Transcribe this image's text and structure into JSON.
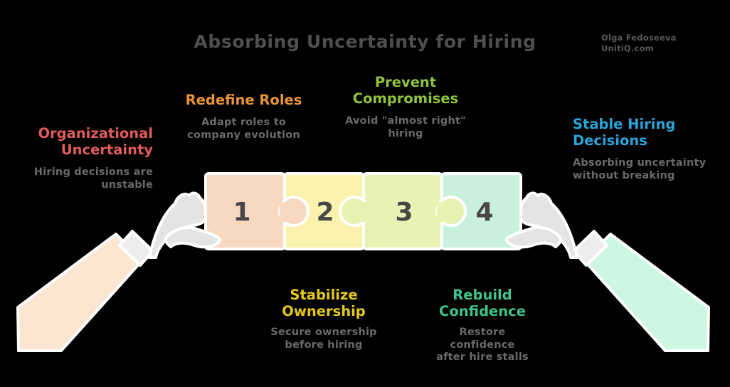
{
  "title": "Absorbing Uncertainty for Hiring",
  "credit": {
    "name": "Olga Fedoseeva",
    "site": "UnitiQ.com"
  },
  "colors": {
    "background": "#000000",
    "title_text": "#4f4f4f",
    "description_text": "#6a6a6a",
    "credit_text": "#585858",
    "outline": "#ffffff"
  },
  "labels": {
    "organizational_uncertainty": {
      "heading": "Organizational\nUncertainty",
      "description": "Hiring decisions are\nunstable",
      "color": "#e25c5c"
    },
    "redefine_roles": {
      "heading": "Redefine Roles",
      "description": "Adapt roles to\ncompany evolution",
      "color": "#e8923a"
    },
    "prevent_compromises": {
      "heading": "Prevent\nCompromises",
      "description": "Avoid \"almost right\"\nhiring",
      "color": "#8fc43c"
    },
    "stable_hiring_decisions": {
      "heading": "Stable Hiring\nDecisions",
      "description": "Absorbing uncertainty\nwithout breaking",
      "color": "#29a5da"
    },
    "stabilize_ownership": {
      "heading": "Stabilize\nOwnership",
      "description": "Secure ownership\nbefore hiring",
      "color": "#e5c918"
    },
    "rebuild_confidence": {
      "heading": "Rebuild\nConfidence",
      "description": "Restore confidence\nafter hire stalls",
      "color": "#3ec48d"
    }
  },
  "puzzle": {
    "number_color": "#474747",
    "outline": "#ffffff",
    "pieces": [
      {
        "number": "1",
        "color": "#f8d8c0"
      },
      {
        "number": "2",
        "color": "#faf2ad"
      },
      {
        "number": "3",
        "color": "#e7f2b3"
      },
      {
        "number": "4",
        "color": "#c9f0dc"
      }
    ]
  },
  "illustration": {
    "hand_color": "#e4e4e4",
    "cuff_color": "#ededed",
    "left_sleeve_color": "#fde6d1",
    "right_sleeve_color": "#cdf7e2"
  }
}
